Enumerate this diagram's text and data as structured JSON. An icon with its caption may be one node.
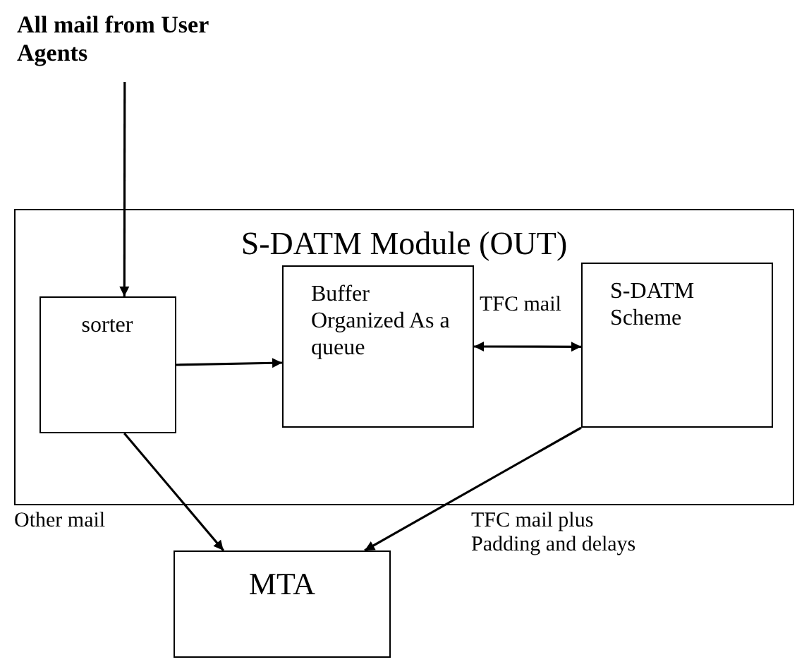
{
  "diagram": {
    "nodes": [
      {
        "text": [
          "All mail from User Agents"
        ]
      },
      {
        "text": [
          "S-DATM Module (OUT)"
        ]
      },
      {
        "text": [
          "sorter"
        ],
        "in": 1
      },
      {
        "text": [
          "Buffer Organized As a queue"
        ],
        "in": 1
      },
      {
        "text": [
          "S-DATM Scheme"
        ],
        "in": 1
      },
      {
        "text": [
          "MTA"
        ]
      }
    ],
    "edges": [
      {
        "from": 0,
        "to": 2,
        "arrow": "to"
      },
      {
        "from": 2,
        "to": 3,
        "arrow": "to"
      },
      {
        "from": 3,
        "to": 4,
        "arrow": "both",
        "label": "TFC mail"
      },
      {
        "from": 2,
        "to": 5,
        "arrow": "to",
        "label": "Other mail"
      },
      {
        "from": 4,
        "to": 5,
        "arrow": "to",
        "label": "TFC mail plus Padding and delays"
      }
    ]
  }
}
